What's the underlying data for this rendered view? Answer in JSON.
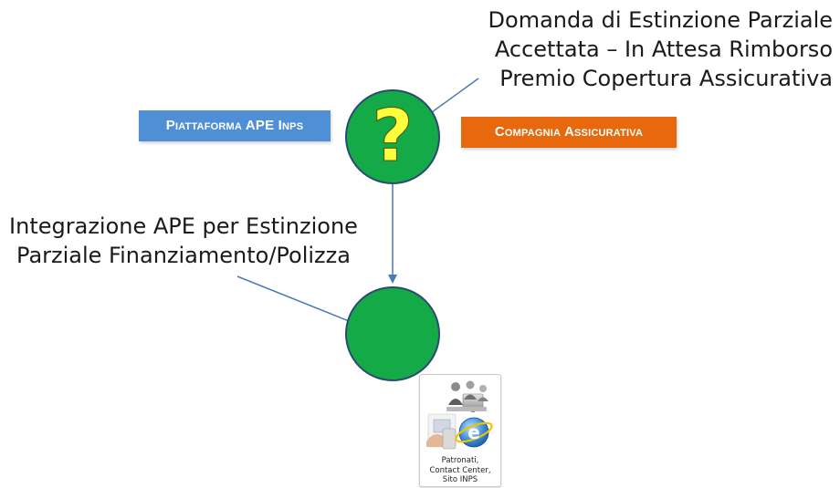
{
  "diagram": {
    "top_status": {
      "lines": [
        "Domanda di Estinzione Parziale",
        "Accettata – In Attesa Rimborso",
        "Premio Copertura Assicurativa"
      ]
    },
    "left_badge": {
      "label": "Piattaforma APE Inps",
      "color": "#4f8fd6"
    },
    "right_badge": {
      "label": "Compagnia Assicurativa",
      "color": "#e8680e"
    },
    "question_node": {
      "glyph": "?"
    },
    "middle_label": {
      "lines": [
        "Integrazione APE per Estinzione",
        "Parziale Finanziamento/Polizza"
      ]
    },
    "channel_tile": {
      "icon": "people-computer-ie-icon",
      "lines": [
        "Patronati,",
        "Contact Center,",
        "Sito INPS"
      ]
    },
    "colors": {
      "node_fill": "#13aa47",
      "node_border": "#2a4a73",
      "connector": "#4a7ab8",
      "question_mark": "#ffff3d"
    }
  }
}
